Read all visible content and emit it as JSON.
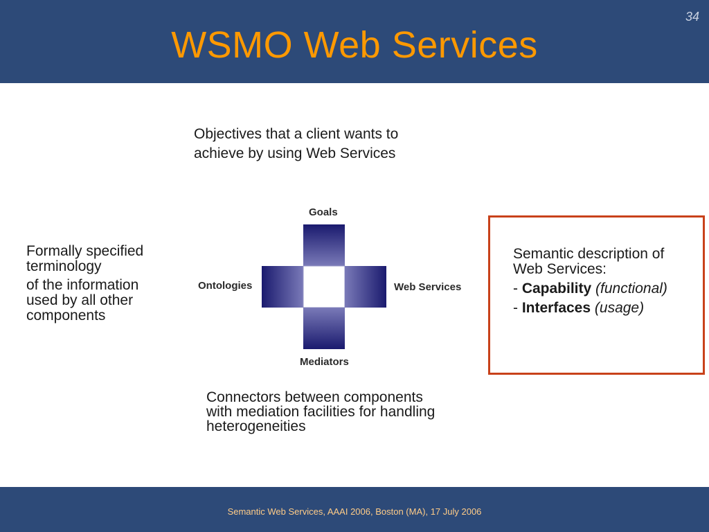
{
  "slide": {
    "title": "WSMO Web Services",
    "number": "34",
    "footer": "Semantic Web Services, AAAI 2006, Boston (MA), 17 July 2006"
  },
  "diagram": {
    "goals_label": "Goals",
    "ontologies_label": "Ontologies",
    "web_services_label": "Web Services",
    "mediators_label": "Mediators",
    "colors": {
      "dark": "#1a1a6e",
      "light": "#7a7ab8",
      "center": "#ffffff"
    }
  },
  "descriptions": {
    "goals": [
      "Objectives that a client wants to",
      "achieve by using Web Services"
    ],
    "ontologies": [
      "Formally specified",
      "terminology",
      "of the information",
      "used by all other",
      "components"
    ],
    "mediators": [
      "Connectors between components",
      "with mediation facilities for handling",
      "heterogeneities"
    ],
    "web_services": {
      "lines": [
        "Semantic description of",
        "Web Services:"
      ],
      "capability_prefix": "- ",
      "capability": "Capability",
      "capability_note": "(functional)",
      "interfaces_prefix": "- ",
      "interfaces": "Interfaces",
      "interfaces_note": "(usage)"
    }
  }
}
